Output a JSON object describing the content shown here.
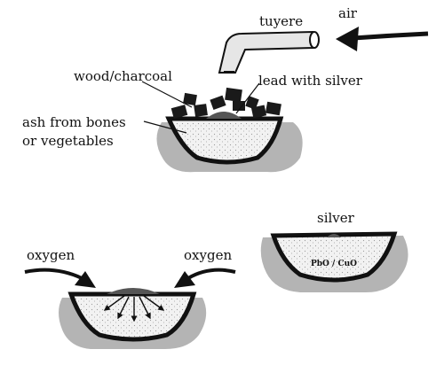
{
  "labels": {
    "tuyere": "tuyere",
    "air": "air",
    "fuel": "wood/charcoal",
    "lead": "lead with silver",
    "ash_line1": "ash from bones",
    "ash_line2": "or vegetables",
    "oxygen_left": "oxygen",
    "oxygen_right": "oxygen",
    "silver": "silver",
    "oxides": "PbO / CuO"
  },
  "colors": {
    "outline": "#111111",
    "shadow": "#b4b4b4",
    "ash_fill": "#f2f2f2",
    "ash_dots": "#9a9a9a",
    "lead_metal": "#555555",
    "charcoal": "#1a1a1a",
    "tuyere_fill": "#e6e6e6"
  }
}
